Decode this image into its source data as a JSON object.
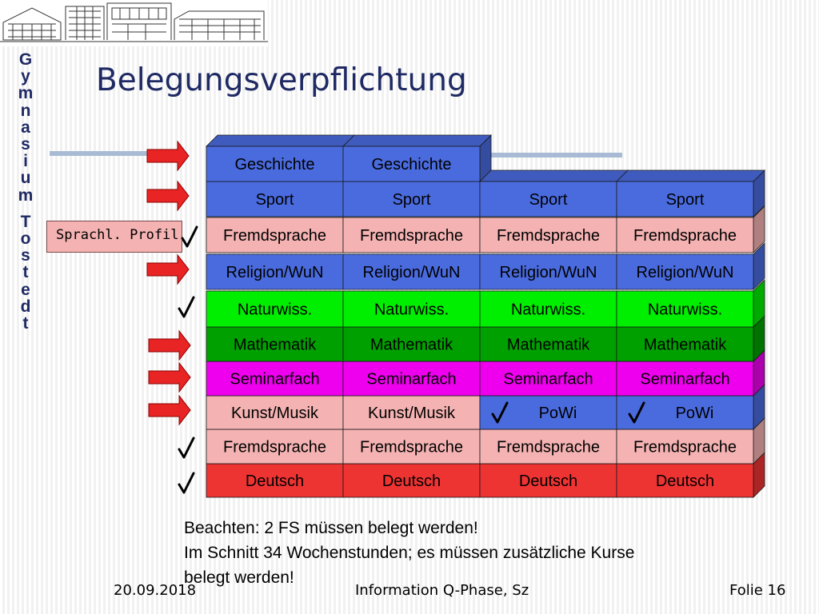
{
  "header": {
    "school_vertical": [
      "G",
      "y",
      "m",
      "n",
      "a",
      "s",
      "i",
      "u",
      "m",
      "",
      "T",
      "o",
      "s",
      "t",
      "e",
      "d",
      "t"
    ],
    "logo": "school-building-drawing"
  },
  "title": "Belegungsverpflichtung",
  "profile_label": "Sprachl. Profil",
  "columns": [
    {
      "rows": [
        "Geschichte",
        "Sport",
        "Fremdsprache",
        "Religion/WuN",
        "Naturwiss.",
        "Mathematik",
        "Seminarfach",
        "Kunst/Musik",
        "Fremdsprache",
        "Deutsch"
      ]
    },
    {
      "rows": [
        "Geschichte",
        "Sport",
        "Fremdsprache",
        "Religion/WuN",
        "Naturwiss.",
        "Mathematik",
        "Seminarfach",
        "Kunst/Musik",
        "Fremdsprache",
        "Deutsch"
      ]
    },
    {
      "rows": [
        "Sport",
        "Fremdsprache",
        "Religion/WuN",
        "Naturwiss.",
        "Mathematik",
        "Seminarfach",
        "PoWi",
        "Fremdsprache",
        "Deutsch"
      ]
    },
    {
      "rows": [
        "Sport",
        "Fremdsprache",
        "Religion/WuN",
        "Naturwiss.",
        "Mathematik",
        "Seminarfach",
        "PoWi",
        "Fremdsprache",
        "Deutsch"
      ]
    }
  ],
  "colors": {
    "blue": "#4a6bde",
    "pink": "#f4b2b2",
    "green": "#00ee00",
    "dark_green": "#00a000",
    "magenta": "#ee00ee",
    "red": "#ee3333",
    "arrow": "#e82424"
  },
  "markers": {
    "arrows_rows": [
      "Geschichte",
      "Sport",
      "Religion/WuN",
      "Mathematik",
      "Seminarfach",
      "Kunst/Musik"
    ],
    "checks_rows": [
      "Fremdsprache",
      "Naturwiss.",
      "Fremdsprache",
      "Deutsch"
    ],
    "checks_in_powi": true
  },
  "note": {
    "line1": "Beachten: 2 FS müssen belegt werden!",
    "line2": "Im Schnitt 34 Wochenstunden; es müssen zusätzliche Kurse",
    "line3": "belegt werden!"
  },
  "footer": {
    "date": "20.09.2018",
    "center": "Information Q-Phase, Sz",
    "slide": "Folie 16"
  }
}
